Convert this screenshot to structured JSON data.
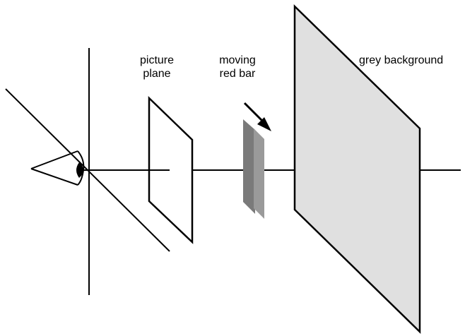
{
  "labels": {
    "picture_plane_line1": "picture",
    "picture_plane_line2": "plane",
    "moving_red_bar_line1": "moving",
    "moving_red_bar_line2": "red bar",
    "grey_background": "grey background"
  },
  "icons": {
    "eye": "eye-icon",
    "motion_arrow": "arrow-down-right-icon"
  },
  "colors": {
    "stroke": "#000000",
    "grey_background_fill": "#e0e0e0",
    "bar_front_fill": "#9a9a9a",
    "bar_back_fill": "#7a7a7a"
  }
}
